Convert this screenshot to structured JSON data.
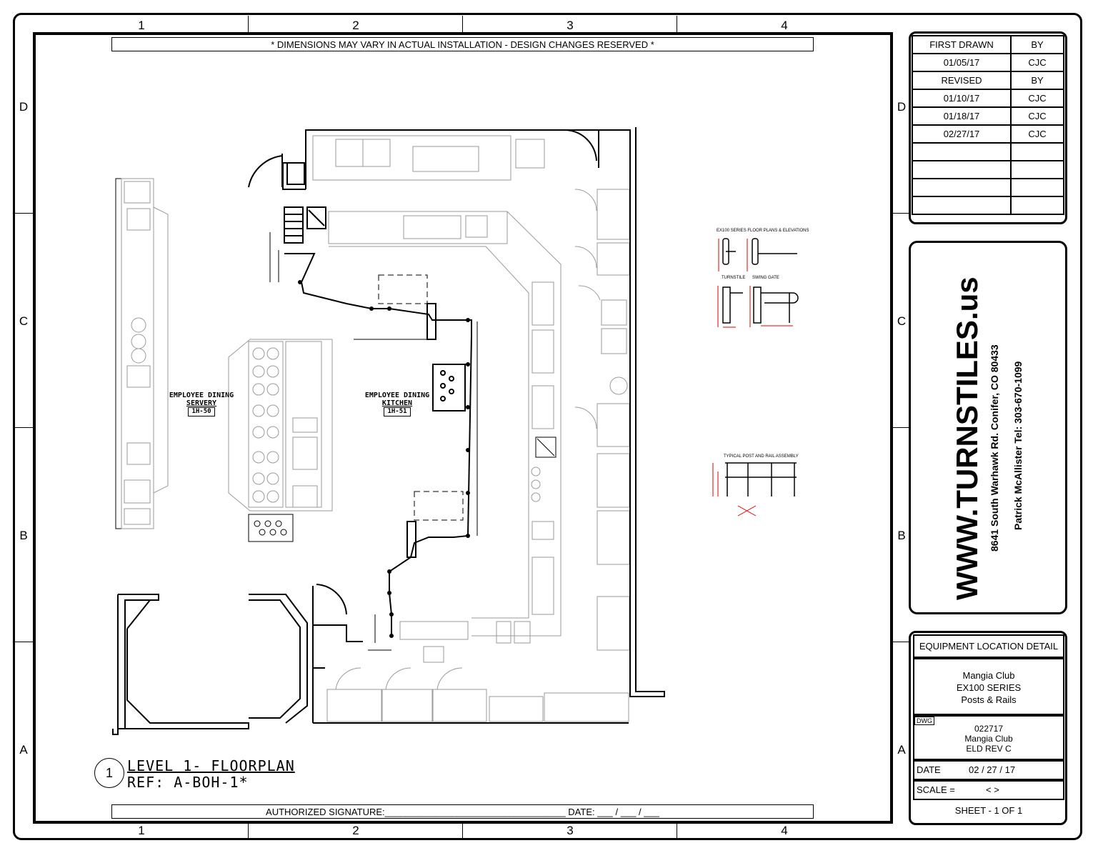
{
  "grid": {
    "columns": [
      "1",
      "2",
      "3",
      "4"
    ],
    "rows": [
      "D",
      "C",
      "B",
      "A"
    ]
  },
  "banner_text": "* DIMENSIONS MAY VARY IN ACTUAL INSTALLATION - DESIGN CHANGES RESERVED *",
  "signature_line": "AUTHORIZED SIGNATURE:___________________________________ DATE: ___ / ___ / ___",
  "revisions": {
    "header1": [
      "FIRST DRAWN",
      "BY"
    ],
    "first": [
      "01/05/17",
      "CJC"
    ],
    "header2": [
      "REVISED",
      "BY"
    ],
    "rows": [
      [
        "01/10/17",
        "CJC"
      ],
      [
        "01/18/17",
        "CJC"
      ],
      [
        "02/27/17",
        "CJC"
      ],
      [
        "",
        ""
      ],
      [
        "",
        ""
      ],
      [
        "",
        ""
      ],
      [
        "",
        ""
      ]
    ]
  },
  "company": {
    "website": "WWW.TURNSTILES.us",
    "address": "8641 South Warhawk Rd.  Conifer, CO 80433",
    "contact": "Patrick McAllister Tel: 303-670-1099"
  },
  "info": {
    "title": "EQUIPMENT LOCATION DETAIL",
    "project_line1": "Mangia Club",
    "project_line2": "EX100 SERIES",
    "project_line3": "Posts & Rails",
    "dwg_tag": "DWG",
    "dwg_line1": "022717",
    "dwg_line2": "Mangia Club",
    "dwg_line3": "ELD REV C",
    "date_label": "DATE",
    "date_value": "02 / 27 / 17",
    "scale_label": "SCALE =",
    "scale_value": "< >",
    "sheet": "SHEET - 1  OF  1"
  },
  "plan": {
    "number": "1",
    "title": "LEVEL 1- FLOORPLAN",
    "ref": "REF: A-BOH-1*",
    "room1_name1": "EMPLOYEE DINING",
    "room1_name2": "SERVERY",
    "room1_tag": "1H-50",
    "room2_name1": "EMPLOYEE DINING",
    "room2_name2": "KITCHEN",
    "room2_tag": "1H-51"
  },
  "details": {
    "floor_title": "EX100 SERIES FLOOR PLANS & ELEVATIONS",
    "turnstile": "TURNSTILE",
    "swing_gate": "SWING GATE",
    "rail_title": "TYPICAL POST AND RAIL ASSEMBLY"
  },
  "colors": {
    "ink": "#000000",
    "equipment": "#9a9a9a",
    "dimension": "#e00000"
  }
}
